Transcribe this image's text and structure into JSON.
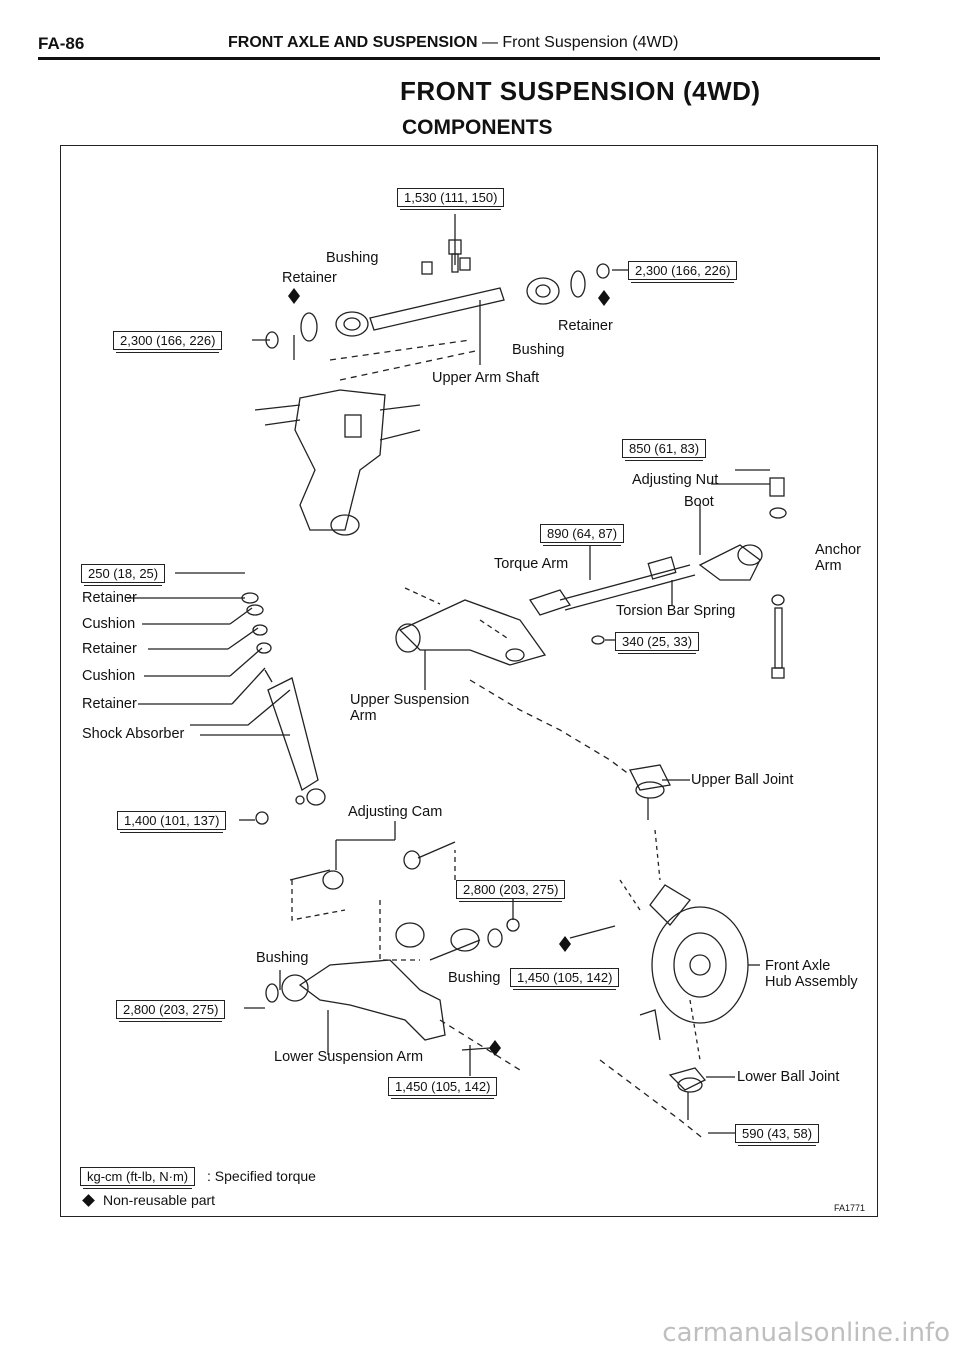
{
  "header": {
    "page_number": "FA-86",
    "section": "FRONT AXLE AND SUSPENSION",
    "separator": " — ",
    "subsection": "Front Suspension (4WD)"
  },
  "title": "FRONT SUSPENSION (4WD)",
  "subtitle": "COMPONENTS",
  "labels": {
    "bushing_top": "Bushing",
    "retainer_top": "Retainer",
    "retainer_right": "Retainer",
    "bushing_right": "Bushing",
    "upper_arm_shaft": "Upper Arm Shaft",
    "adjusting_nut": "Adjusting Nut",
    "boot": "Boot",
    "anchor_arm_1": "Anchor",
    "anchor_arm_2": "Arm",
    "torque_arm": "Torque Arm",
    "torsion_bar_spring": "Torsion Bar Spring",
    "retainer_1": "Retainer",
    "cushion_1": "Cushion",
    "retainer_2": "Retainer",
    "cushion_2": "Cushion",
    "retainer_3": "Retainer",
    "shock_absorber": "Shock Absorber",
    "upper_susp_arm_1": "Upper Suspension",
    "upper_susp_arm_2": "Arm",
    "upper_ball_joint": "Upper Ball Joint",
    "adjusting_cam": "Adjusting Cam",
    "bushing_lower_left": "Bushing",
    "bushing_lower_mid": "Bushing",
    "front_axle_1": "Front Axle",
    "front_axle_2": "Hub Assembly",
    "lower_susp_arm": "Lower Suspension Arm",
    "lower_ball_joint": "Lower Ball Joint"
  },
  "torques": {
    "t1530": "1,530 (111, 150)",
    "t2300_left": "2,300 (166, 226)",
    "t2300_right": "2,300 (166, 226)",
    "t850": "850 (61, 83)",
    "t890": "890 (64, 87)",
    "t250": "250 (18, 25)",
    "t340": "340 (25, 33)",
    "t1400": "1,400 (101, 137)",
    "t2800_mid": "2,800 (203, 275)",
    "t1450_right": "1,450 (105, 142)",
    "t2800_left": "2,800 (203, 275)",
    "t1450_bottom": "1,450 (105, 142)",
    "t590": "590 (43, 58)"
  },
  "legend": {
    "unit_box": "kg-cm (ft-lb, N·m)",
    "unit_desc": ": Specified torque",
    "nonreusable": "Non-reusable part"
  },
  "figure_code": "FA1771",
  "watermark": "carmanualsonline.info"
}
